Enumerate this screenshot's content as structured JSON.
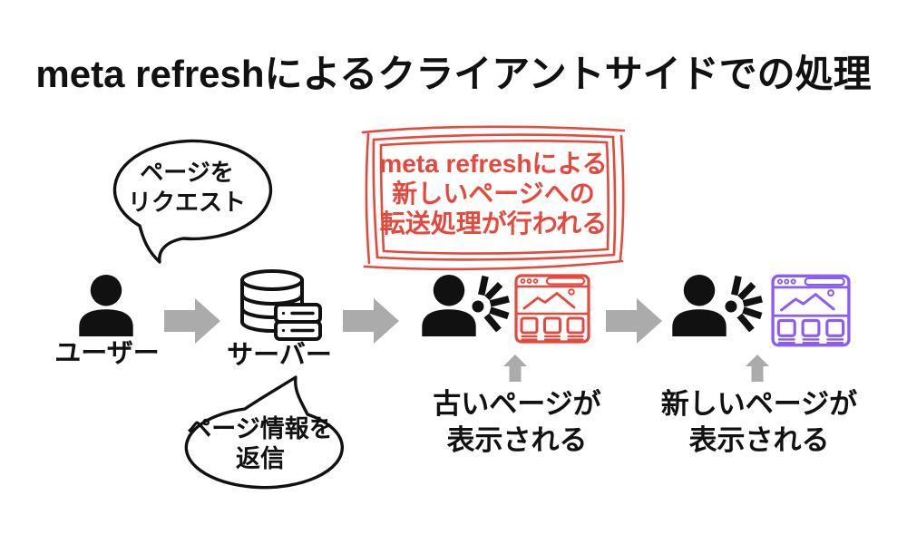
{
  "title": "meta refreshによるクライアントサイドでの処理",
  "speech_bubbles": {
    "request": {
      "lines": [
        "ページを",
        "リクエスト"
      ]
    },
    "response": {
      "lines": [
        "ページ情報を",
        "返信"
      ]
    }
  },
  "highlight_box": {
    "lines": [
      "meta refreshによる",
      "新しいページへの",
      "転送処理が行われる"
    ]
  },
  "nodes": {
    "user_label": "ユーザー",
    "server_label": "サーバー"
  },
  "captions": {
    "old_page": {
      "lines": [
        "古いページが",
        "表示される"
      ]
    },
    "new_page": {
      "lines": [
        "新しいページが",
        "表示される"
      ]
    }
  },
  "icons": {
    "user": "person-silhouette-icon",
    "server": "database-server-icon",
    "old_page": "browser-window-icon",
    "new_page": "browser-window-icon",
    "notice": "attention-burst-icon",
    "flow": "arrow-right-icon",
    "points_to": "arrow-up-icon",
    "bubble": "speech-bubble-shape",
    "highlight": "sketch-frame-shape"
  },
  "colors": {
    "ink": "#111111",
    "accent_red": "#e8483c",
    "accent_purple": "#8b5cf6",
    "arrow_gray": "#ababab",
    "background": "#ffffff"
  }
}
